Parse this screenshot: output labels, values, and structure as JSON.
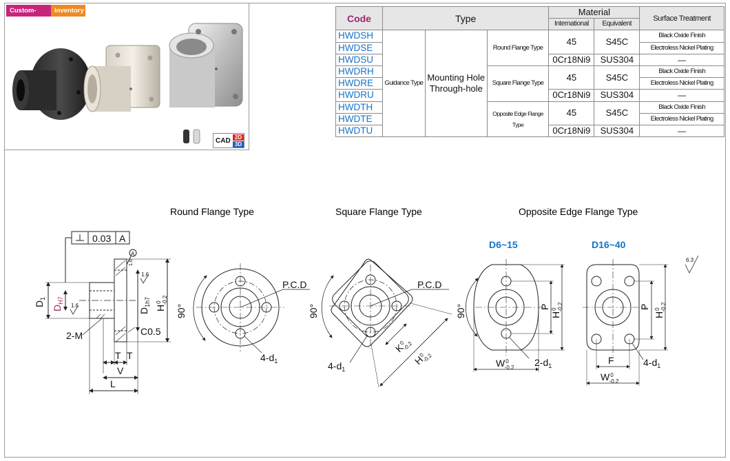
{
  "badges": {
    "custom": "Custom-made",
    "inventory": "Inventory"
  },
  "cad": {
    "label": "CAD",
    "two_d": "2D",
    "three_d": "3D"
  },
  "table": {
    "headers": {
      "code": "Code",
      "type": "Type",
      "material": "Material",
      "international": "International",
      "equivalent": "Equivalent",
      "surface": "Surface Treatment"
    },
    "guidance": "Guidance Type",
    "mounting_line1": "Mounting Hole",
    "mounting_line2": "Through-hole",
    "groups": [
      {
        "type": "Round Flange Type",
        "codes": [
          "HWDSH",
          "HWDSE",
          "HWDSU"
        ]
      },
      {
        "type": "Square Flange Type",
        "codes": [
          "HWDRH",
          "HWDRE",
          "HWDRU"
        ]
      },
      {
        "type": "Opposite Edge Flange Type",
        "codes": [
          "HWDTH",
          "HWDTE",
          "HWDTU"
        ]
      }
    ],
    "mat_carbon_intl": "45",
    "mat_carbon_equiv": "S45C",
    "mat_steel_intl": "0Cr18Ni9",
    "mat_steel_equiv": "SUS304",
    "surface_black": "Black Oxide Finish",
    "surface_nickel": "Electroless Nickel Plating",
    "surface_none": "—"
  },
  "drawings": {
    "titles": {
      "round": "Round Flange Type",
      "square": "Square Flange Type",
      "opposite": "Opposite Edge Flange Type"
    },
    "sub": {
      "small": "D6~15",
      "large": "D16~40"
    },
    "tol_value": "0.03",
    "datum": "A",
    "rough_16": "1.6",
    "rough_63": "6.3",
    "labels": {
      "D1": "D",
      "D1_sub": "1",
      "D": "D",
      "Dh7": "H7",
      "D1h7": "D",
      "D1h7_sub": "1h7",
      "H": "H",
      "two_M": "2-M",
      "C05": "C0.5",
      "T": "T",
      "V": "V",
      "L": "L",
      "angle": "90°",
      "pcd": "P.C.D",
      "four_d1": "4-d",
      "two_d1": "2-d",
      "d1_sub": "1",
      "K": "K",
      "P": "P",
      "W": "W",
      "F": "F",
      "tol_top": "0",
      "tol_bot": "-0.2"
    },
    "colors": {
      "accent_blue": "#1874c9",
      "accent_magenta": "#a0266b"
    }
  }
}
